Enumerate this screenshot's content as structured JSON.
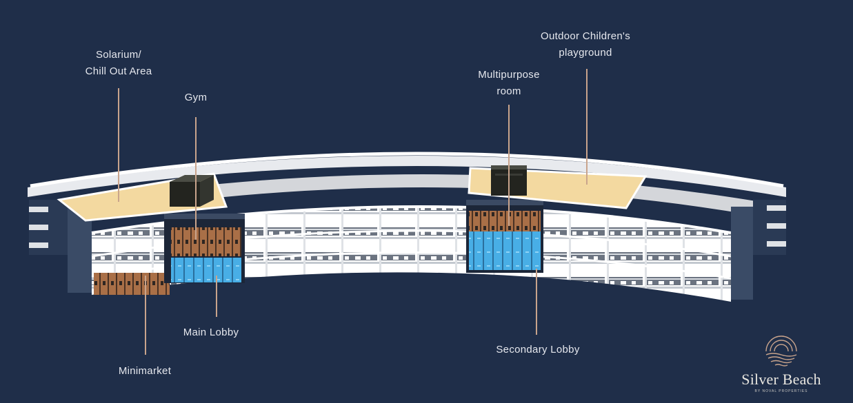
{
  "labels": {
    "solarium": [
      "Solarium/",
      "Chill Out Area"
    ],
    "gym": "Gym",
    "multipurpose": [
      "Multipurpose",
      "room"
    ],
    "playground": [
      "Outdoor Children's",
      "playground"
    ],
    "main_lobby": "Main Lobby",
    "minimarket": "Minimarket",
    "secondary_lobby": "Secondary Lobby"
  },
  "logo": {
    "name": "Silver Beach",
    "subtitle": "BY NOVAL PROPERTIES",
    "icon": "shell-sun-icon"
  },
  "colors": {
    "background": "#1f2e49",
    "leader_line": "#c9a48c",
    "terrace": "#f3d9a0",
    "glass": "#4fb3e8",
    "wood": "#a86e45",
    "building": "#eef0f2"
  }
}
